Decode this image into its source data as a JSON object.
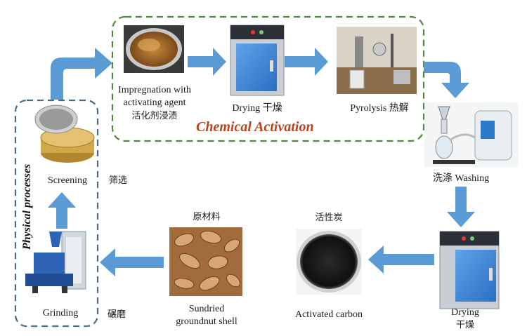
{
  "groups": {
    "chemical": {
      "title": "Chemical Activation"
    },
    "physical": {
      "title": "Physical processes"
    }
  },
  "steps": {
    "impregnation": {
      "label_line1": "Impregnation with",
      "label_line2": "activating agent",
      "label_cn": "活化剂浸渍"
    },
    "drying_top": {
      "label": "Drying 干燥"
    },
    "pyrolysis": {
      "label": "Pyrolysis 热解"
    },
    "washing": {
      "label": "洗涤 Washing"
    },
    "drying_right": {
      "label": "Drying",
      "label_cn": "干燥"
    },
    "activated_carbon": {
      "label": "Activated carbon",
      "label_cn": "活性炭"
    },
    "raw_material": {
      "label_line1": "Sundried",
      "label_line2": "groundnut shell",
      "label_cn": "原材料"
    },
    "grinding": {
      "label": "Grinding",
      "label_cn": "碾磨"
    },
    "screening": {
      "label": "Screening",
      "label_cn": "筛选"
    }
  },
  "colors": {
    "arrow": "#5b9bd5",
    "chemical_border": "#4e8a3c",
    "physical_border": "#4a6a86",
    "title": "#b5451c"
  }
}
